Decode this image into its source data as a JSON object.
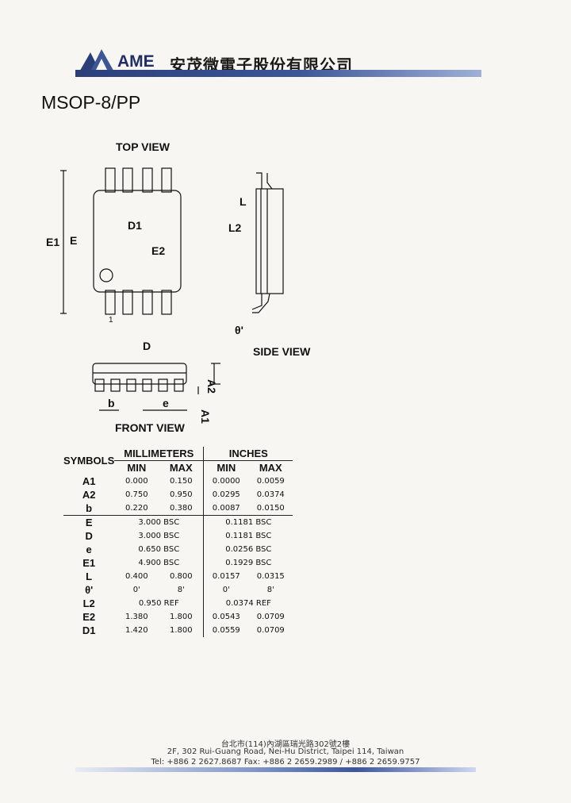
{
  "header": {
    "brand": "AME",
    "company_name": "安茂微電子股份有限公司",
    "accent_color": "#2a3f7a"
  },
  "package_title": "MSOP-8/PP",
  "views": {
    "top_view": "TOP VIEW",
    "side_view": "SIDE VIEW",
    "front_view": "FRONT VIEW"
  },
  "drawing_labels": {
    "e1": "E1",
    "e": "E",
    "d1": "D1",
    "e2": "E2",
    "pin1": "1",
    "l": "L",
    "l2": "L2",
    "theta": "θ'",
    "d": "D",
    "a2": "A2",
    "a1": "A1",
    "b": "b",
    "pitch_e": "e"
  },
  "table": {
    "symbols_header": "SYMBOLS",
    "mm_header": "MILLIMETERS",
    "in_header": "INCHES",
    "min": "MIN",
    "max": "MAX",
    "rows": [
      {
        "sym": "A1",
        "mm_min": "0.000",
        "mm_max": "0.150",
        "in_min": "0.0000",
        "in_max": "0.0059"
      },
      {
        "sym": "A2",
        "mm_min": "0.750",
        "mm_max": "0.950",
        "in_min": "0.0295",
        "in_max": "0.0374"
      },
      {
        "sym": "b",
        "mm_min": "0.220",
        "mm_max": "0.380",
        "in_min": "0.0087",
        "in_max": "0.0150"
      },
      {
        "sym": "E",
        "mm_bsc": "3.000 BSC",
        "in_bsc": "0.1181 BSC"
      },
      {
        "sym": "D",
        "mm_bsc": "3.000 BSC",
        "in_bsc": "0.1181 BSC"
      },
      {
        "sym": "e",
        "mm_bsc": "0.650 BSC",
        "in_bsc": "0.0256 BSC"
      },
      {
        "sym": "E1",
        "mm_bsc": "4.900 BSC",
        "in_bsc": "0.1929 BSC"
      },
      {
        "sym": "L",
        "mm_min": "0.400",
        "mm_max": "0.800",
        "in_min": "0.0157",
        "in_max": "0.0315"
      },
      {
        "sym": "θ'",
        "mm_min": "0'",
        "mm_max": "8'",
        "in_min": "0'",
        "in_max": "8'"
      },
      {
        "sym": "L2",
        "mm_bsc": "0.950 REF",
        "in_bsc": "0.0374 REF"
      },
      {
        "sym": "E2",
        "mm_min": "1.380",
        "mm_max": "1.800",
        "in_min": "0.0543",
        "in_max": "0.0709"
      },
      {
        "sym": "D1",
        "mm_min": "1.420",
        "mm_max": "1.800",
        "in_min": "0.0559",
        "in_max": "0.0709"
      }
    ]
  },
  "footer": {
    "address_cn": "台北市(114)內湖區瑞光路302號2樓",
    "address_en": "2F, 302 Rui-Guang Road, Nei-Hu District, Taipei 114, Taiwan",
    "contact": "Tel: +886 2 2627.8687  Fax: +886 2 2659.2989 / +886 2 2659.9757"
  }
}
